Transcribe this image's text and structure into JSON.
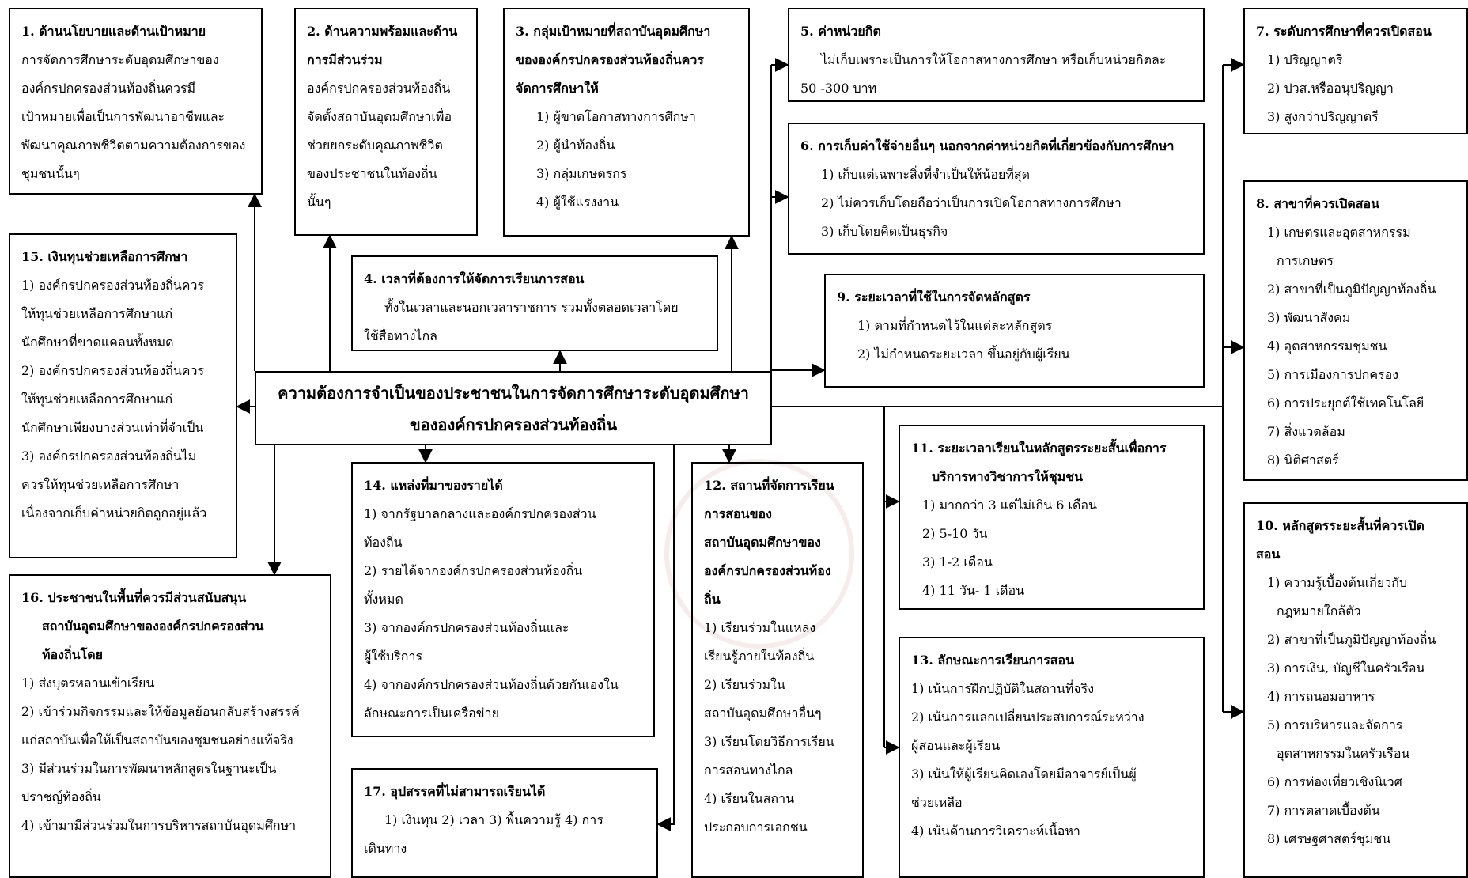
{
  "center": {
    "line1": "ความต้องการจำเป็นของประชาชนในการจัดการศึกษาระดับอุดมศึกษา",
    "line2": "ขององค์กรปกครองส่วนท้องถิ่น"
  },
  "boxes": [
    {
      "id": "box1",
      "title": [
        "1. ด้านนโยบายและด้านเป้าหมาย"
      ],
      "body": [
        "การจัดการศึกษาระดับอุดมศึกษาของ",
        "องค์กรปกครองส่วนท้องถิ่นควรมี",
        "เป้าหมายเพื่อเป็นการพัฒนาอาชีพและ",
        "พัฒนาคุณภาพชีวิตตามความต้องการของ",
        "ชุมชนนั้นๆ"
      ]
    },
    {
      "id": "box2",
      "title": [
        "2. ด้านความพร้อมและด้าน",
        "การมีส่วนร่วม"
      ],
      "body": [
        "องค์กรปกครองส่วนท้องถิ่น",
        "จัดตั้งสถาบันอุดมศึกษาเพื่อ",
        "ช่วยยกระดับคุณภาพชีวิต",
        "ของประชาชนในท้องถิ่น",
        "นั้นๆ"
      ]
    },
    {
      "id": "box3",
      "title": [
        "3. กลุ่มเป้าหมายที่สถาบันอุดมศึกษา",
        "ขององค์กรปกครองส่วนท้องถิ่นควร",
        "จัดการศึกษาให้"
      ],
      "body": [
        "1) ผู้ขาดโอกาสทางการศึกษา",
        "2) ผู้นำท้องถิ่น",
        "3) กลุ่มเกษตรกร",
        "4) ผู้ใช้แรงงาน"
      ]
    },
    {
      "id": "box4",
      "title": [
        "4. เวลาที่ต้องการให้จัดการเรียนการสอน"
      ],
      "body": [
        "ทั้งในเวลาและนอกเวลาราชการ รวมทั้งตลอดเวลาโดย",
        "ใช้สื่อทางไกล"
      ]
    },
    {
      "id": "box5",
      "title": [
        "5. ค่าหน่วยกิต"
      ],
      "body": [
        "ไม่เก็บเพราะเป็นการให้โอกาสทางการศึกษา หรือเก็บหน่วยกิตละ",
        "50 -300 บาท"
      ]
    },
    {
      "id": "box6",
      "title": [
        "6. การเก็บค่าใช้จ่ายอื่นๆ นอกจากค่าหน่วยกิตที่เกี่ยวข้องกับการศึกษา"
      ],
      "body": [
        "1) เก็บแต่เฉพาะสิ่งที่จำเป็นให้น้อยที่สุด",
        "2) ไม่ควรเก็บโดยถือว่าเป็นการเปิดโอกาสทางการศึกษา",
        "3) เก็บโดยคิดเป็นธุรกิจ"
      ]
    },
    {
      "id": "box7",
      "title": [
        "7. ระดับการศึกษาที่ควรเปิดสอน"
      ],
      "body": [
        "1) ปริญญาตรี",
        "2) ปวส.หรืออนุปริญญา",
        "3) สูงกว่าปริญญาตรี"
      ]
    },
    {
      "id": "box8",
      "title": [
        "8. สาขาที่ควรเปิดสอน"
      ],
      "body": [
        "1) เกษตรและอุตสาหกรรม",
        "การเกษตร",
        "2) สาขาที่เป็นภูมิปัญญาท้องถิ่น",
        "3) พัฒนาสังคม",
        "4) อุตสาหกรรมชุมชน",
        "5) การเมืองการปกครอง",
        "6) การประยุกต์ใช้เทคโนโลยี",
        "7) สิ่งแวดล้อม",
        "8) นิติศาสตร์"
      ]
    },
    {
      "id": "box9",
      "title": [
        "9. ระยะเวลาที่ใช้ในการจัดหลักสูตร"
      ],
      "body": [
        "1) ตามที่กำหนดไว้ในแต่ละหลักสูตร",
        "2) ไม่กำหนดระยะเวลา ขึ้นอยู่กับผู้เรียน"
      ]
    },
    {
      "id": "box10",
      "title": [
        "10. หลักสูตรระยะสั้นที่ควรเปิด",
        "สอน"
      ],
      "body": [
        "1) ความรู้เบื้องต้นเกี่ยวกับ",
        "กฎหมายใกล้ตัว",
        "2) สาขาที่เป็นภูมิปัญญาท้องถิ่น",
        "3) การเงิน, บัญชีในครัวเรือน",
        "4) การถนอมอาหาร",
        "5) การบริหารและจัดการ",
        "อุตสาหกรรมในครัวเรือน",
        "6) การท่องเที่ยวเชิงนิเวศ",
        "7) การตลาดเบื้องต้น",
        "8) เศรษฐศาสตร์ชุมชน"
      ]
    },
    {
      "id": "box11",
      "title": [
        "11. ระยะเวลาเรียนในหลักสูตรระยะสั้นเพื่อการ",
        "บริการทางวิชาการให้ชุมชน"
      ],
      "body": [
        "1) มากกว่า 3 แต่ไม่เกิน 6 เดือน",
        "2) 5-10 วัน",
        "3) 1-2 เดือน",
        "4) 11 วัน- 1 เดือน"
      ]
    },
    {
      "id": "box12",
      "title": [
        "12. สถานที่จัดการเรียน",
        "การสอนของ",
        "สถาบันอุดมศึกษาของ",
        "องค์กรปกครองส่วนท้อง",
        "ถิ่น"
      ],
      "body": [
        "1) เรียนร่วมในแหล่ง",
        "เรียนรู้ภายในท้องถิ่น",
        "2) เรียนร่วมใน",
        "สถาบันอุดมศึกษาอื่นๆ",
        "3) เรียนโดยวิธีการเรียน",
        "การสอนทางไกล",
        "4) เรียนในสถาน",
        "ประกอบการเอกชน"
      ]
    },
    {
      "id": "box13",
      "title": [
        "13. ลักษณะการเรียนการสอน"
      ],
      "body": [
        "1) เน้นการฝึกปฏิบัติในสถานที่จริง",
        "2) เน้นการแลกเปลี่ยนประสบการณ์ระหว่าง",
        "ผู้สอนและผู้เรียน",
        "3) เน้นให้ผู้เรียนคิดเองโดยมีอาจารย์เป็นผู้",
        "ช่วยเหลือ",
        "4) เน้นด้านการวิเคราะห์เนื้อหา"
      ]
    },
    {
      "id": "box14",
      "title": [
        "14. แหล่งที่มาของรายได้"
      ],
      "body": [
        "1) จากรัฐบาลกลางและองค์กรปกครองส่วน",
        "ท้องถิ่น",
        "2) รายได้จากองค์กรปกครองส่วนท้องถิ่น",
        "ทั้งหมด",
        "3) จากองค์กรปกครองส่วนท้องถิ่นและ",
        "ผู้ใช้บริการ",
        "4) จากองค์กรปกครองส่วนท้องถิ่นด้วยกันเองใน",
        "ลักษณะการเป็นเครือข่าย"
      ]
    },
    {
      "id": "box15",
      "title": [
        "15. เงินทุนช่วยเหลือการศึกษา"
      ],
      "body": [
        "1) องค์กรปกครองส่วนท้องถิ่นควร",
        "ให้ทุนช่วยเหลือการศึกษาแก่",
        "นักศึกษาที่ขาดแคลนทั้งหมด",
        "2) องค์กรปกครองส่วนท้องถิ่นควร",
        "ให้ทุนช่วยเหลือการศึกษาแก่",
        "นักศึกษาเพียงบางส่วนเท่าที่จำเป็น",
        "3) องค์กรปกครองส่วนท้องถิ่นไม่",
        "ควรให้ทุนช่วยเหลือการศึกษา",
        "เนื่องจากเก็บค่าหน่วยกิตถูกอยู่แล้ว"
      ]
    },
    {
      "id": "box16",
      "title": [
        "16. ประชาชนในพื้นที่ควรมีส่วนสนับสนุน",
        "สถาบันอุดมศึกษาขององค์กรปกครองส่วน",
        "ท้องถิ่นโดย"
      ],
      "body": [
        "1) ส่งบุตรหลานเข้าเรียน",
        "2) เข้าร่วมกิจกรรมและให้ข้อมูลย้อนกลับสร้างสรรค์",
        "แก่สถาบันเพื่อให้เป็นสถาบันของชุมชนอย่างแท้จริง",
        "3) มีส่วนร่วมในการพัฒนาหลักสูตรในฐานะเป็น",
        "ปราชญ์ท้องถิ่น",
        "4) เข้ามามีส่วนร่วมในการบริหารสถาบันอุดมศึกษา"
      ]
    },
    {
      "id": "box17",
      "title": [
        "17. อุปสรรคที่ไม่สามารถเรียนได้"
      ],
      "body": [
        "1) เงินทุน 2) เวลา 3) พื้นความรู้ 4) การ",
        "เดินทาง"
      ]
    }
  ]
}
